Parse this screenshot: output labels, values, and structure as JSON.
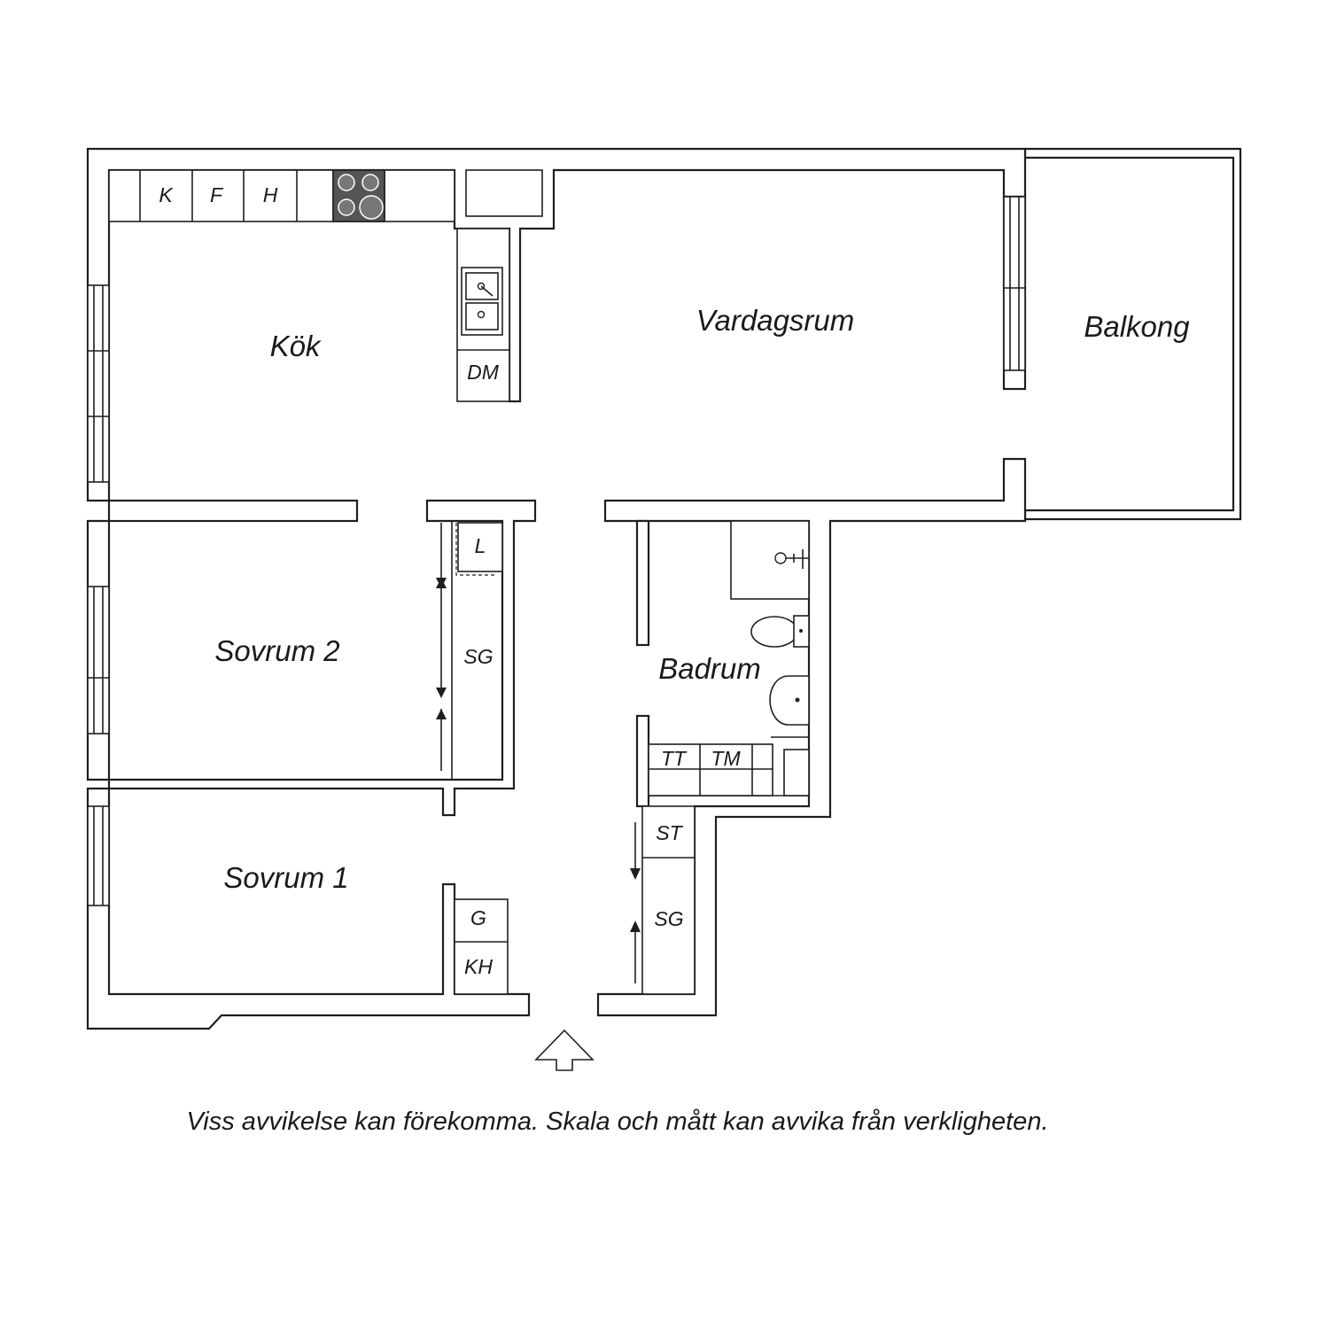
{
  "rooms": {
    "kok": "Kök",
    "vardagsrum": "Vardagsrum",
    "balkong": "Balkong",
    "sovrum2": "Sovrum 2",
    "badrum": "Badrum",
    "sovrum1": "Sovrum 1"
  },
  "fixtures": {
    "kyl": "K",
    "frys": "F",
    "hog_skap": "H",
    "diskmaskin": "DM",
    "linneskap": "L",
    "sg_sovrum2": "SG",
    "torktumlare": "TT",
    "tvattmaskin": "TM",
    "stadskap": "ST",
    "sg_hall": "SG",
    "garderob": "G",
    "klädhängare": "KH"
  },
  "disclaimer": "Viss avvikelse kan förekomma. Skala och mått kan avvika från verkligheten.",
  "colors": {
    "line": "#1f1f1f",
    "stove": "#555555",
    "background": "#ffffff"
  }
}
